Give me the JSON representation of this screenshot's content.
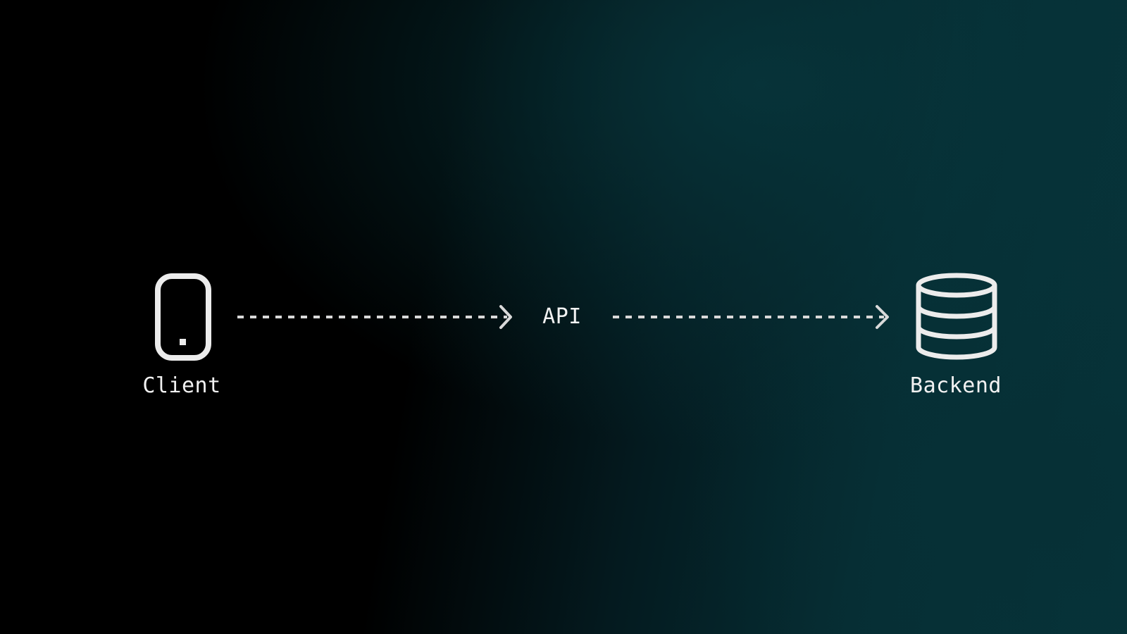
{
  "nodes": {
    "client": {
      "label": "Client",
      "icon": "mobile-phone-icon"
    },
    "api": {
      "label": "API"
    },
    "backend": {
      "label": "Backend",
      "icon": "database-icon"
    }
  },
  "colors": {
    "foreground": "#f2f2f2",
    "connector": "#d9d9d9",
    "background_dark": "#000000",
    "background_teal": "#07343a"
  }
}
